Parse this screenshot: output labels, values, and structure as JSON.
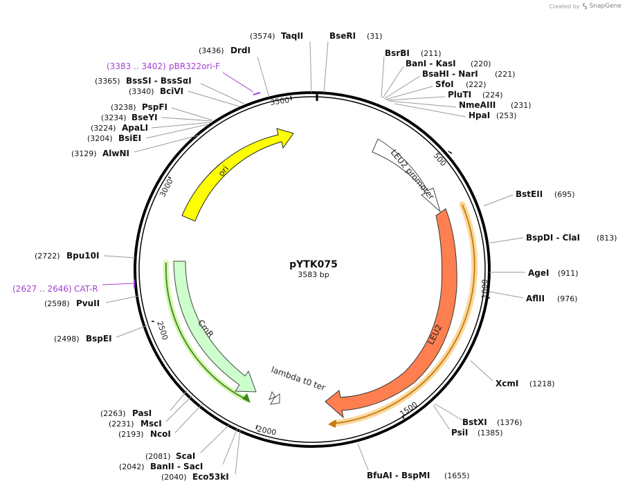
{
  "watermark": {
    "prefix": "Created by",
    "brand": "SnapGene"
  },
  "plasmid": {
    "name": "pYTK075",
    "length_label": "3583 bp",
    "length": 3583
  },
  "ruler": [
    "500",
    "1000",
    "1500",
    "2000",
    "2500",
    "3000",
    "3500"
  ],
  "features": [
    {
      "name": "ori",
      "color": "#ffff00"
    },
    {
      "name": "LEU2 promoter",
      "color": "#ffffff"
    },
    {
      "name": "LEU2",
      "color": "#ff7f50"
    },
    {
      "name": "CmR",
      "color": "#ccffcc"
    },
    {
      "name": "lambda t0 terminator",
      "color": "#ffffff"
    }
  ],
  "primers": [
    {
      "name": "pBR322ori-F",
      "range": "(3383 .. 3402)",
      "color": "#a33fd1"
    },
    {
      "name": "CAT-R",
      "range": "(2627 .. 2646)",
      "color": "#a33fd1"
    }
  ],
  "sites": [
    {
      "name": "TaqII",
      "pos": "(3574)"
    },
    {
      "name": "BseRI",
      "pos": "(31)"
    },
    {
      "name": "DrdI",
      "pos": "(3436)"
    },
    {
      "name": "BsrBI",
      "pos": "(211)"
    },
    {
      "name": "BanI  -  KasI",
      "pos": "(220)"
    },
    {
      "name": "BsaHI  -  NarI",
      "pos": "(221)"
    },
    {
      "name": "SfoI",
      "pos": "(222)"
    },
    {
      "name": "PluTI",
      "pos": "(224)"
    },
    {
      "name": "NmeAIII",
      "pos": "(231)"
    },
    {
      "name": "HpaI",
      "pos": "(253)"
    },
    {
      "name": "BssSI  -  BssSαI",
      "pos": "(3365)"
    },
    {
      "name": "BciVI",
      "pos": "(3340)"
    },
    {
      "name": "PspFI",
      "pos": "(3238)"
    },
    {
      "name": "BseYI",
      "pos": "(3234)"
    },
    {
      "name": "ApaLI",
      "pos": "(3224)"
    },
    {
      "name": "BsiEI",
      "pos": "(3204)"
    },
    {
      "name": "AlwNI",
      "pos": "(3129)"
    },
    {
      "name": "BstEII",
      "pos": "(695)"
    },
    {
      "name": "BspDI  -  ClaI",
      "pos": "(813)"
    },
    {
      "name": "AgeI",
      "pos": "(911)"
    },
    {
      "name": "AflII",
      "pos": "(976)"
    },
    {
      "name": "Bpu10I",
      "pos": "(2722)"
    },
    {
      "name": "PvuII",
      "pos": "(2598)"
    },
    {
      "name": "BspEI",
      "pos": "(2498)"
    },
    {
      "name": "XcmI",
      "pos": "(1218)"
    },
    {
      "name": "BstXI",
      "pos": "(1376)"
    },
    {
      "name": "PsiI",
      "pos": "(1385)"
    },
    {
      "name": "PasI",
      "pos": "(2263)"
    },
    {
      "name": "MscI",
      "pos": "(2231)"
    },
    {
      "name": "NcoI",
      "pos": "(2193)"
    },
    {
      "name": "ScaI",
      "pos": "(2081)"
    },
    {
      "name": "BanII  -  SacI",
      "pos": "(2042)"
    },
    {
      "name": "Eco53kI",
      "pos": "(2040)"
    },
    {
      "name": "BfuAI  -  BspMI",
      "pos": "(1655)"
    }
  ]
}
